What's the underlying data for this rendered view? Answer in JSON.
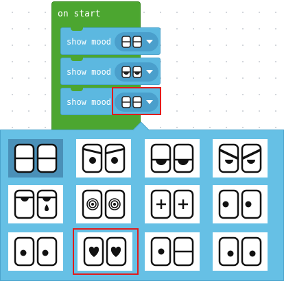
{
  "on_start": {
    "label": "on start"
  },
  "mood_blocks": [
    {
      "label": "show mood",
      "mood": "flat"
    },
    {
      "label": "show mood",
      "mood": "sleepy"
    },
    {
      "label": "show mood",
      "mood": "flat"
    }
  ],
  "mood_picker": {
    "options": [
      {
        "name": "flat",
        "selected": true
      },
      {
        "name": "angry"
      },
      {
        "name": "sleepy"
      },
      {
        "name": "sad-angry"
      },
      {
        "name": "crying"
      },
      {
        "name": "spiral-dizzy"
      },
      {
        "name": "plus-eyes"
      },
      {
        "name": "looking-left"
      },
      {
        "name": "looking-down"
      },
      {
        "name": "heart-eyes"
      },
      {
        "name": "wink"
      },
      {
        "name": "looking-down-right"
      }
    ]
  },
  "colors": {
    "event_block": "#4ca630",
    "mood_block": "#5cb8e0",
    "panel": "#66c0e5",
    "highlight": "#e11c1c"
  }
}
